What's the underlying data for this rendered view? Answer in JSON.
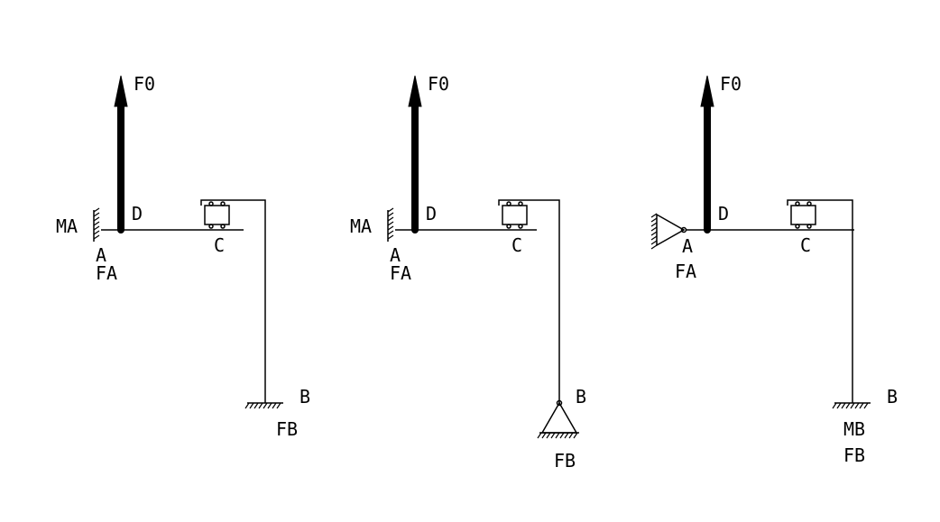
{
  "colors": {
    "line": "#000000",
    "background": "#ffffff"
  },
  "figures": [
    {
      "labels": {
        "force": "F0",
        "d": "D",
        "a": "A",
        "c": "C",
        "b": "B",
        "fa": "FA",
        "fb": "FB",
        "ma": "MA",
        "mb": ""
      },
      "support_a": "fixed-wall",
      "support_b": "fixed-ground"
    },
    {
      "labels": {
        "force": "F0",
        "d": "D",
        "a": "A",
        "c": "C",
        "b": "B",
        "fa": "FA",
        "fb": "FB",
        "ma": "MA",
        "mb": ""
      },
      "support_a": "fixed-wall",
      "support_b": "pin"
    },
    {
      "labels": {
        "force": "F0",
        "d": "D",
        "a": "A",
        "c": "C",
        "b": "B",
        "fa": "FA",
        "fb": "FB",
        "ma": "",
        "mb": "MB"
      },
      "support_a": "pin-horizontal",
      "support_b": "fixed-ground"
    }
  ]
}
